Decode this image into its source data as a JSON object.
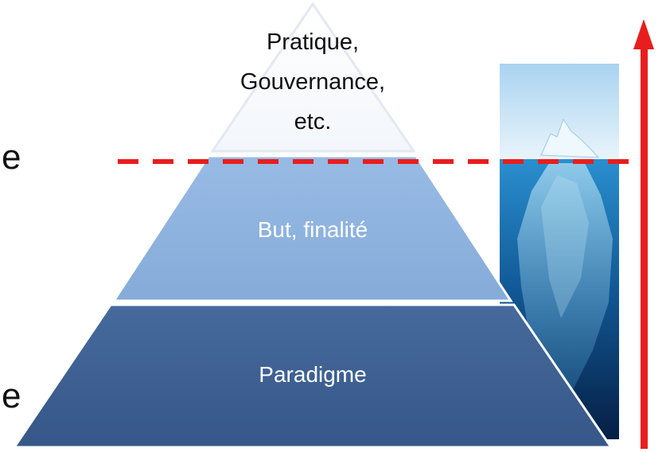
{
  "pyramid": {
    "top_lines": [
      "Pratique,",
      "Gouvernance,",
      "etc."
    ],
    "middle": "But, finalité",
    "bottom": "Paradigme"
  },
  "left_fragments": [
    "e",
    "e"
  ],
  "colors": {
    "top_fill": "#ffffff",
    "middle_fill": "#8eb4e0",
    "bottom_fill": "#3d5f8f",
    "middle_text": "#ffffff",
    "bottom_text": "#ffffff",
    "top_text": "#111111",
    "waterline": "#e81e1e",
    "arrow": "#e81e1e",
    "sky": "#cfe6f7",
    "sea_top": "#1f7fbf",
    "sea_bottom": "#062a52"
  },
  "icons": {
    "iceberg": "iceberg-photo",
    "arrow": "up-arrow"
  }
}
